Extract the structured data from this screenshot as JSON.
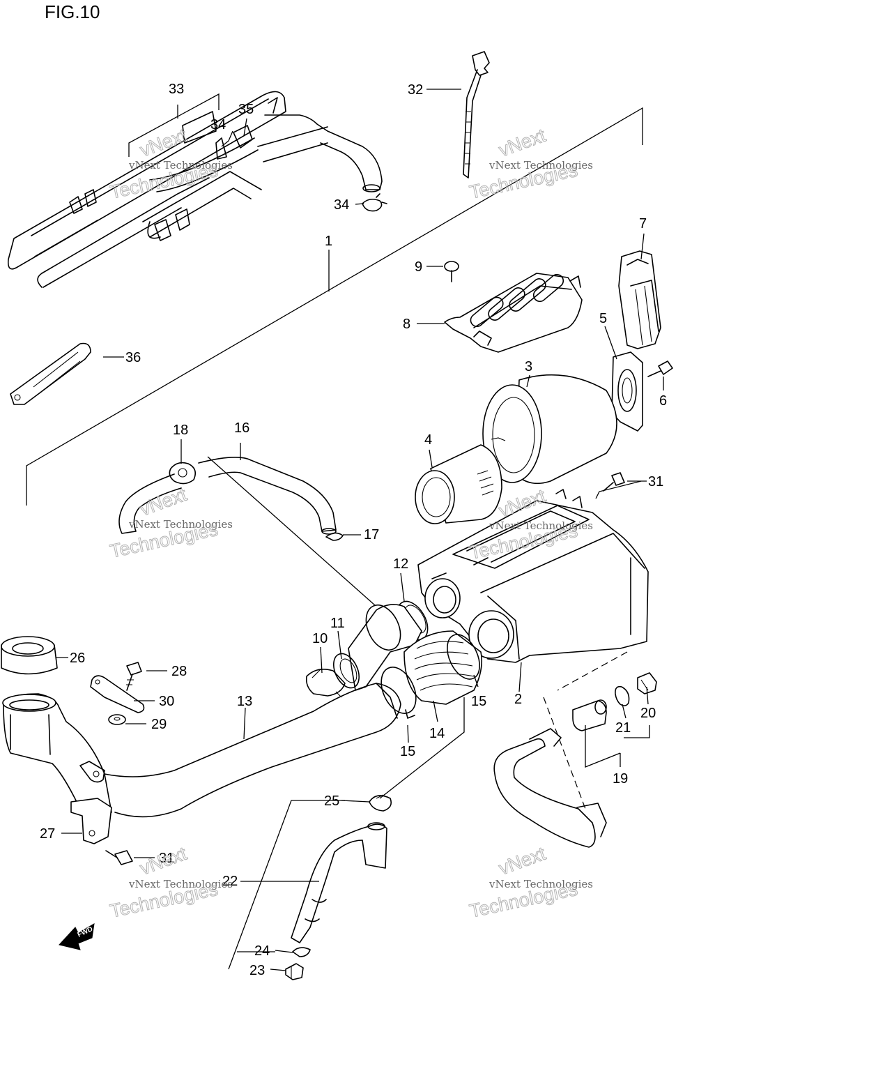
{
  "figure": {
    "title": "FIG.10"
  },
  "watermark": {
    "company": "vNext",
    "line1": "vNext Technologies",
    "line2": "Technologies"
  },
  "direction_arrow": {
    "label": "FWD"
  },
  "callouts": {
    "c1": "1",
    "c2": "2",
    "c3": "3",
    "c4": "4",
    "c5": "5",
    "c6": "6",
    "c7": "7",
    "c8": "8",
    "c9": "9",
    "c10": "10",
    "c11": "11",
    "c12": "12",
    "c13": "13",
    "c14": "14",
    "c15a": "15",
    "c15b": "15",
    "c16": "16",
    "c17": "17",
    "c18": "18",
    "c19": "19",
    "c20": "20",
    "c21": "21",
    "c22": "22",
    "c23": "23",
    "c24": "24",
    "c25": "25",
    "c26": "26",
    "c27": "27",
    "c28": "28",
    "c29": "29",
    "c30": "30",
    "c31a": "31",
    "c31b": "31",
    "c32": "32",
    "c33": "33",
    "c34a": "34",
    "c34b": "34",
    "c35": "35",
    "c36": "36"
  }
}
